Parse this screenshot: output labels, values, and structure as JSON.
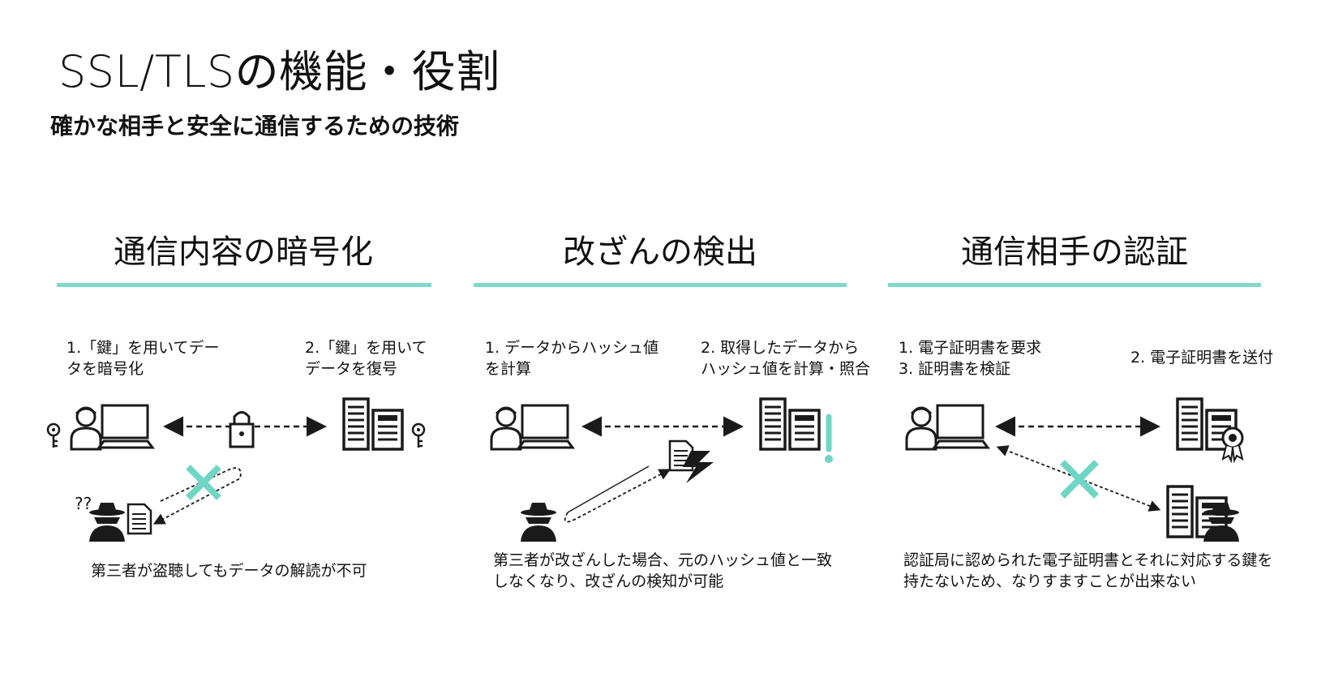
{
  "header": {
    "title": "SSL/TLSの機能・役割",
    "subtitle": "確かな相手と安全に通信するための技術"
  },
  "colors": {
    "accent": "#7fd9c9",
    "icon": "#1a1a1a",
    "alert": "#6fd6c4"
  },
  "columns": [
    {
      "heading": "通信内容の暗号化",
      "step1": "1.「鍵」を用いてデー\nタを暗号化",
      "step2": "2.「鍵」を用いて\nデータを復号",
      "marks": "??",
      "caption": "第三者が盗聴してもデータの解読が不可"
    },
    {
      "heading": "改ざんの検出",
      "step1": "1. データからハッシュ値\nを計算",
      "step2": "2. 取得したデータから\nハッシュ値を計算・照合",
      "marks": "!",
      "caption": "第三者が改ざんした場合、元のハッシュ値と一致\nしなくなり、改ざんの検知が可能"
    },
    {
      "heading": "通信相手の認証",
      "step1": "1. 電子証明書を要求\n3. 証明書を検証",
      "step2": "2. 電子証明書を送付",
      "caption": "認証局に認められた電子証明書とそれに対応する鍵を\n持たないため、なりすますことが出来ない"
    }
  ]
}
